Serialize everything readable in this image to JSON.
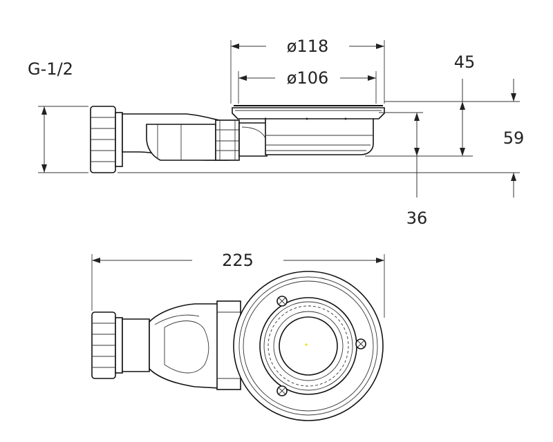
{
  "dimensions": {
    "thread": "G-1/2",
    "outer_diameter": "ø118",
    "inner_diameter": "ø106",
    "height_45": "45",
    "height_59": "59",
    "height_36": "36",
    "length": "225"
  }
}
